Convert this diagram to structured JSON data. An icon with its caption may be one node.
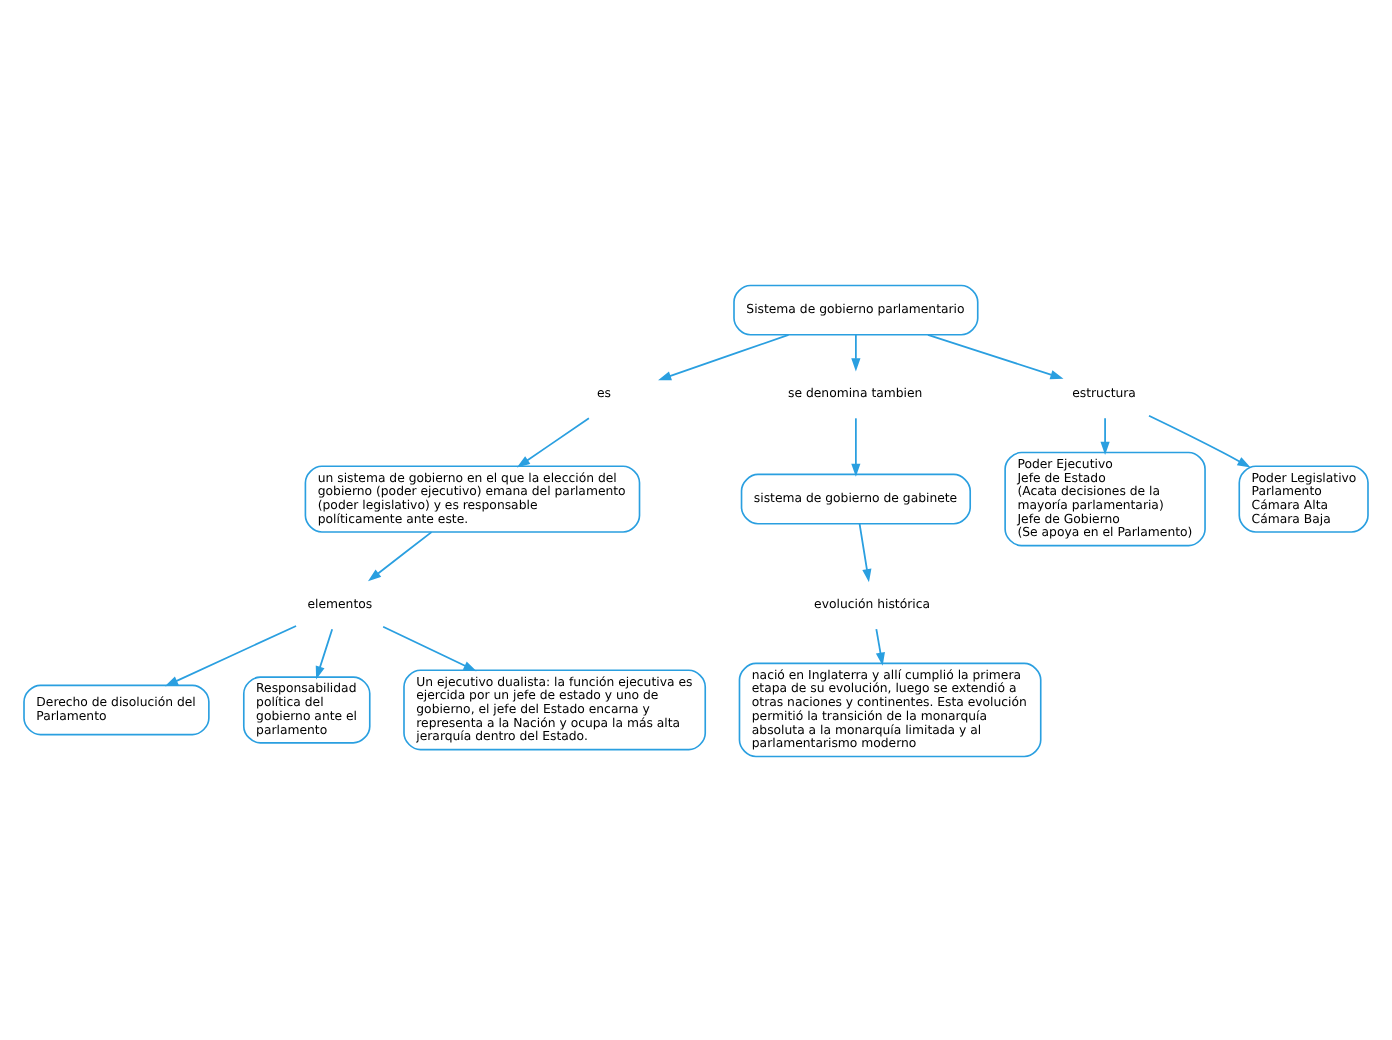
{
  "diagram": {
    "nodes": [
      {
        "text": [
          "Sistema de gobierno parlamentario"
        ]
      },
      {
        "text": [
          "es"
        ]
      },
      {
        "text": [
          "un sistema de gobierno en el que la elección del gobierno (poder ejecutivo) emana del parlamento (poder legislativo) y es responsable políticamente ante este."
        ]
      },
      {
        "text": [
          "elementos"
        ]
      },
      {
        "text": [
          "Derecho de disolución del Parlamento"
        ]
      },
      {
        "text": [
          "Responsabilidad política del gobierno ante el parlamento"
        ]
      },
      {
        "text": [
          "Un ejecutivo dualista: la función ejecutiva es ejercida por un jefe de estado y uno de gobierno, el jefe del Estado encarna y representa a la Nación y ocupa la más alta jerarquía dentro del Estado."
        ]
      },
      {
        "text": [
          "se denomina tambien"
        ]
      },
      {
        "text": [
          "sistema de gobierno de gabinete"
        ]
      },
      {
        "text": [
          "evolución histórica"
        ]
      },
      {
        "text": [
          "nació en Inglaterra y allí cumplió la primera etapa de su evolución, luego se extendió a otras naciones y continentes. Esta evolución permitió la transición de la monarquía absoluta a la monarquía limitada y al parlamentarismo moderno"
        ]
      },
      {
        "text": [
          "estructura"
        ]
      },
      {
        "text": [
          "Poder Ejecutivo",
          "Jefe de Estado",
          "(Acata decisiones de la mayoría parlamentaria)",
          "Jefe de Gobierno",
          "(Se apoya en el Parlamento)"
        ]
      },
      {
        "text": [
          "Poder Legislativo",
          "Parlamento",
          "Cámara Alta",
          "Cámara Baja"
        ]
      }
    ],
    "edges": [
      {
        "from": 0,
        "to": 1,
        "arrow": "to"
      },
      {
        "from": 1,
        "to": 2,
        "arrow": "to"
      },
      {
        "from": 2,
        "to": 3,
        "arrow": "to"
      },
      {
        "from": 3,
        "to": 4,
        "arrow": "to"
      },
      {
        "from": 3,
        "to": 6,
        "arrow": "to"
      },
      {
        "from": 3,
        "to": 5,
        "arrow": "to"
      },
      {
        "from": 0,
        "to": 7,
        "arrow": "to"
      },
      {
        "from": 7,
        "to": 8,
        "arrow": "to"
      },
      {
        "from": 8,
        "to": 9,
        "arrow": "to"
      },
      {
        "from": 9,
        "to": 10,
        "arrow": "to"
      },
      {
        "from": 0,
        "to": 11,
        "arrow": "to"
      },
      {
        "from": 11,
        "to": 12,
        "arrow": "to"
      },
      {
        "from": 11,
        "to": 13,
        "arrow": "to"
      }
    ]
  }
}
